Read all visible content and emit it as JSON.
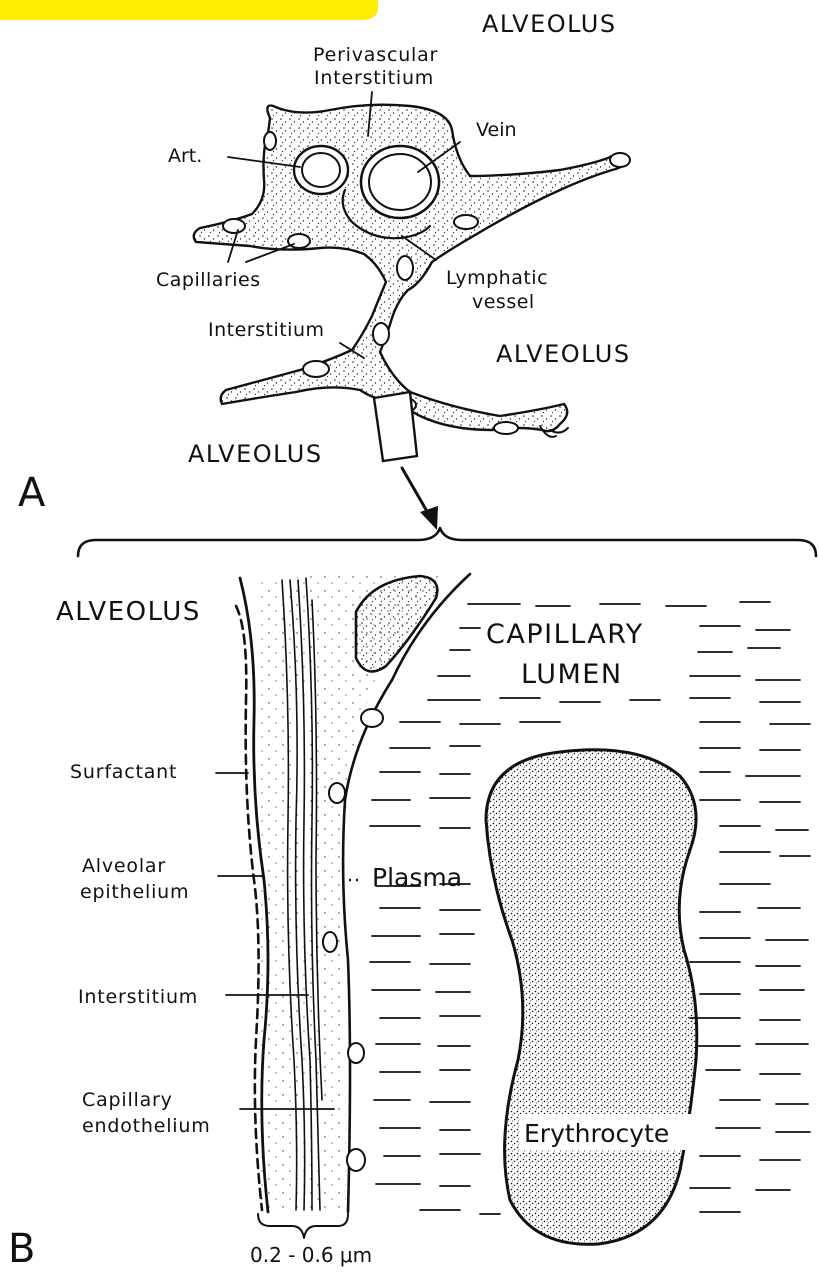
{
  "highlight_color": "#ffee00",
  "panel_a": {
    "letter": "A",
    "alveolus_labels": [
      "ALVEOLUS",
      "ALVEOLUS",
      "ALVEOLUS"
    ],
    "labels": {
      "perivascular_line1": "Perivascular",
      "perivascular_line2": "Interstitium",
      "art": "Art.",
      "vein": "Vein",
      "capillaries": "Capillaries",
      "lymphatic_line1": "Lymphatic",
      "lymphatic_line2": "vessel",
      "interstitium": "Interstitium"
    }
  },
  "panel_b": {
    "letter": "B",
    "alveolus": "ALVEOLUS",
    "capillary_lumen_line1": "CAPILLARY",
    "capillary_lumen_line2": "LUMEN",
    "plasma": "Plasma",
    "erythrocyte": "Erythrocyte",
    "layers": {
      "surfactant": "Surfactant",
      "alveolar_line1": "Alveolar",
      "alveolar_line2": "epithelium",
      "interstitium": "Interstitium",
      "capillary_line1": "Capillary",
      "capillary_line2": "endothelium"
    },
    "thickness": "0.2 - 0.6 μm"
  }
}
